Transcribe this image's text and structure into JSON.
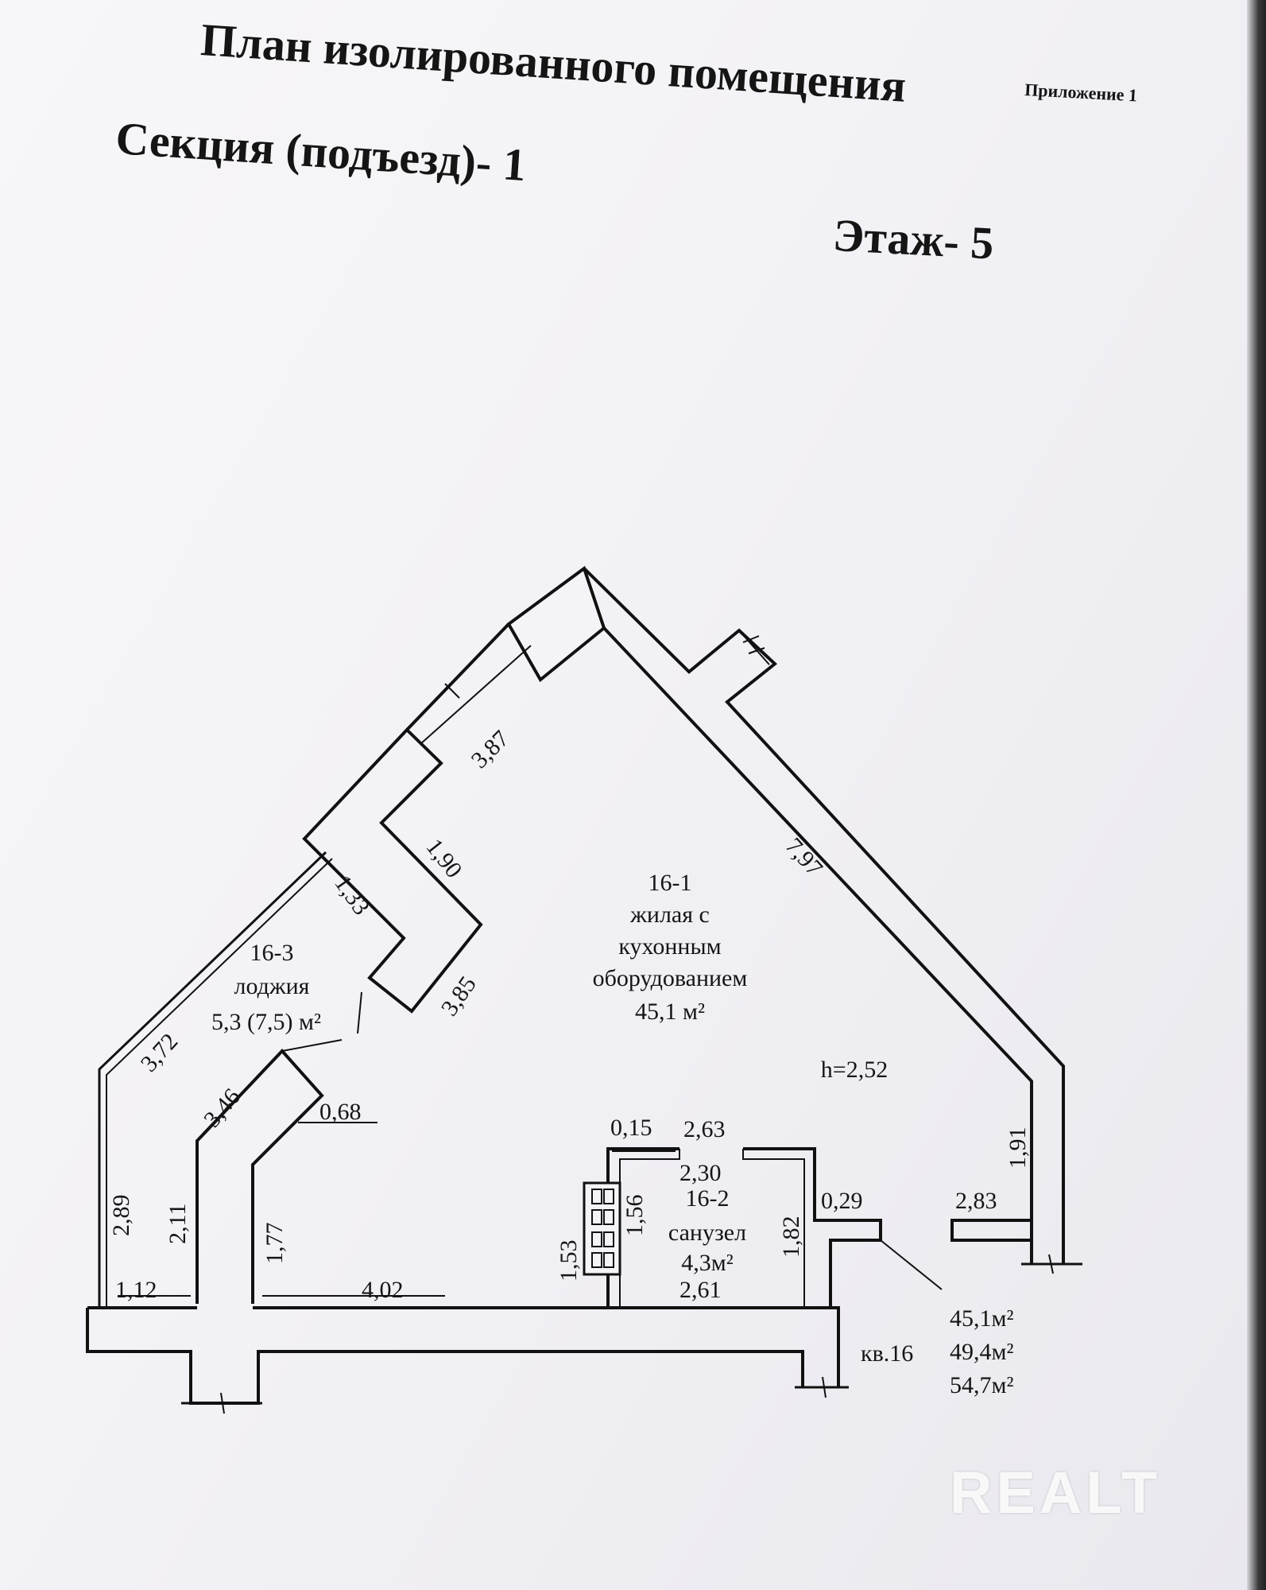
{
  "header": {
    "title": "План изолированного помещения",
    "appendix": "Приложение 1",
    "section": "Секция (подъезд)- 1",
    "floor": "Этаж- 5"
  },
  "rooms": {
    "living": {
      "number": "16-1",
      "line1": "жилая с",
      "line2": "кухонным",
      "line3": "оборудованием",
      "area": "45,1 м²"
    },
    "bath": {
      "number": "16-2",
      "name": "санузел",
      "area": "4,3м²"
    },
    "loggia": {
      "number": "16-3",
      "name": "лоджия",
      "area": "5,3 (7,5) м²"
    }
  },
  "ceiling_height": "h=2,52",
  "dimensions": {
    "d387": "3,87",
    "d797": "7,97",
    "d190": "1,90",
    "d133": "1,33",
    "d385": "3,85",
    "d372": "3,72",
    "d346": "3,46",
    "d068": "0,68",
    "d289": "2,89",
    "d211": "2,11",
    "d177": "1,77",
    "d112": "1,12",
    "d402": "4,02",
    "d015": "0,15",
    "d263": "2,63",
    "d230": "2,30",
    "d156": "1,56",
    "d153": "1,53",
    "d182": "1,82",
    "d029": "0,29",
    "d283": "2,83",
    "d191": "1,91",
    "d261": "2,61"
  },
  "summary": {
    "apartment": "кв.16",
    "area1": "45,1м²",
    "area2": "49,4м²",
    "area3": "54,7м²"
  },
  "watermark": "REALT"
}
